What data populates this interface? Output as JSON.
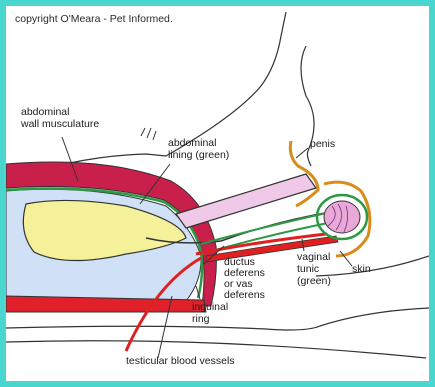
{
  "copyright": "copyright O'Meara - Pet Informed.",
  "labels": {
    "abdominal_wall_l1": "abdominal",
    "abdominal_wall_l2": "wall musculature",
    "abdominal_lining_l1": "abdominal",
    "abdominal_lining_l2": "lining (green)",
    "penis": "penis",
    "skin": "skin",
    "vaginal_tunic_l1": "vaginal",
    "vaginal_tunic_l2": "tunic",
    "vaginal_tunic_l3": "(green)",
    "ductus_l1": "ductus",
    "ductus_l2": "deferens",
    "ductus_l3": "or vas",
    "ductus_l4": "deferens",
    "inguinal_l1": "inguinal",
    "inguinal_l2": "ring",
    "testicular": "testicular blood vessels"
  },
  "colors": {
    "frame": "#48d6cf",
    "muscle": "#c8204a",
    "lining": "#2c9a45",
    "abdomen": "#cfe0f7",
    "bladder": "#f5f19a",
    "penis": "#f0c8e8",
    "testis": "#e8a8d8",
    "vessel": "#e02020",
    "orange": "#d98c1c"
  }
}
